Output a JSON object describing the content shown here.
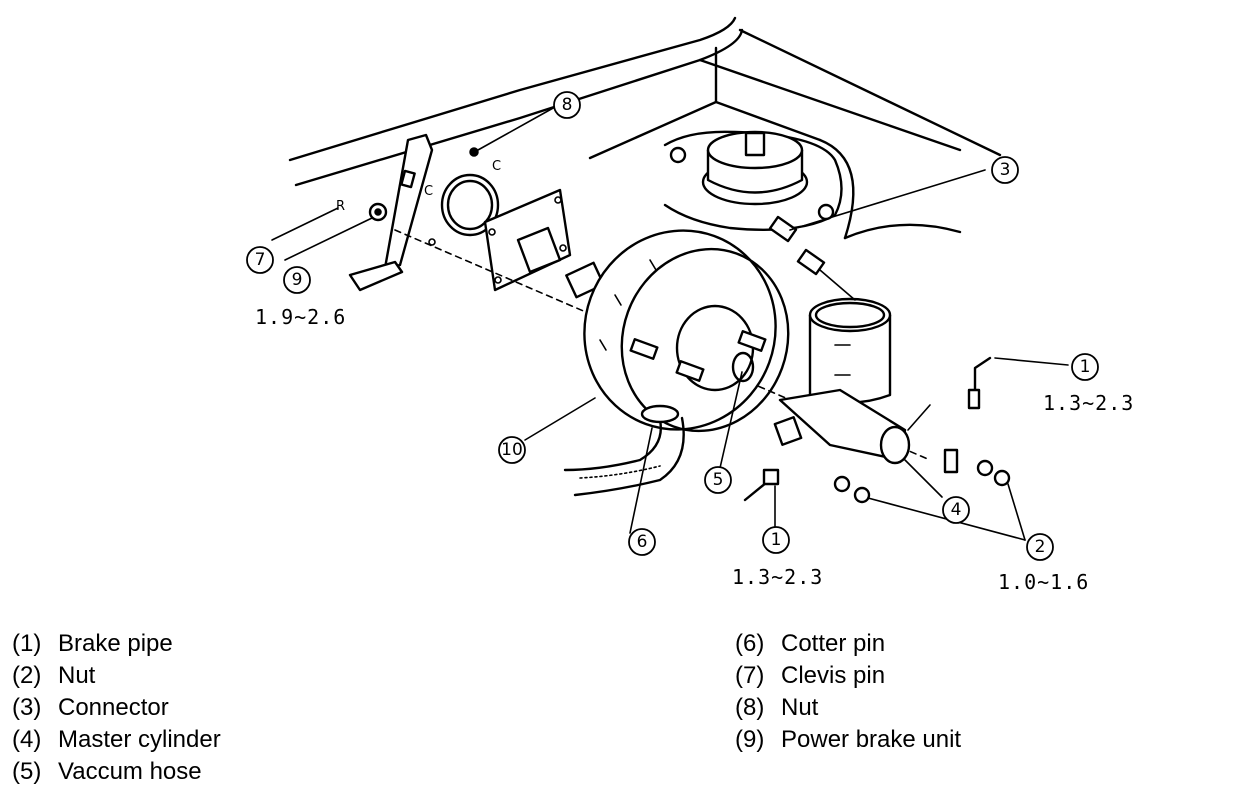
{
  "callouts": {
    "c1a": "1",
    "c1b": "1",
    "c2": "2",
    "c3": "3",
    "c4": "4",
    "c5": "5",
    "c6": "6",
    "c7": "7",
    "c8": "8",
    "c9": "9",
    "c10": "10"
  },
  "torques": {
    "t_pedal": "1.9~2.6",
    "t_pipe_right": "1.3~2.3",
    "t_pipe_bottom": "1.3~2.3",
    "t_nut": "1.0~1.6"
  },
  "small_letters": {
    "pin_r": "R",
    "clip_c1": "C",
    "clip_c2": "C"
  },
  "legend_left": [
    {
      "num": "(1)",
      "label": "Brake pipe"
    },
    {
      "num": "(2)",
      "label": "Nut"
    },
    {
      "num": "(3)",
      "label": "Connector"
    },
    {
      "num": "(4)",
      "label": "Master cylinder"
    },
    {
      "num": "(5)",
      "label": "Vaccum hose"
    }
  ],
  "legend_right": [
    {
      "num": "(6)",
      "label": "Cotter pin"
    },
    {
      "num": "(7)",
      "label": "Clevis pin"
    },
    {
      "num": "(8)",
      "label": "Nut"
    },
    {
      "num": "(9)",
      "label": "Power brake unit"
    }
  ]
}
